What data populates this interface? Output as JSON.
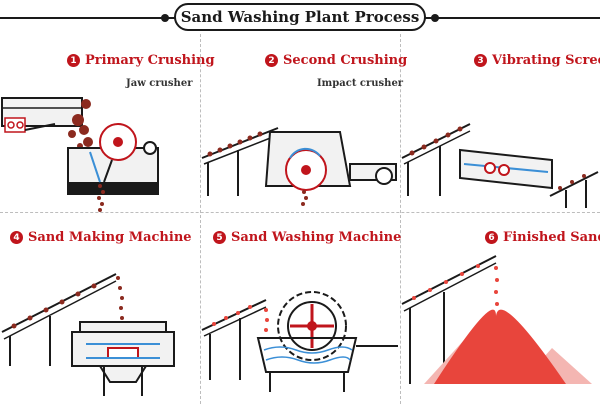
{
  "title": "Sand Washing Plant Process",
  "steps": [
    {
      "num": "1",
      "label": "Primary Crushing",
      "sub": "Jaw crusher"
    },
    {
      "num": "2",
      "label": "Second Crushing",
      "sub": "Impact crusher"
    },
    {
      "num": "3",
      "label": "Vibrating Screen"
    },
    {
      "num": "4",
      "label": "Sand Making Machine"
    },
    {
      "num": "5",
      "label": "Sand Washing Machine"
    },
    {
      "num": "6",
      "label": "Finished Sand"
    }
  ],
  "colors": {
    "accent": "#c0151c",
    "line": "#1a1a1a",
    "water": "#3b8fd6",
    "sand": "#e8453c",
    "grid": "#bdbdbd"
  }
}
